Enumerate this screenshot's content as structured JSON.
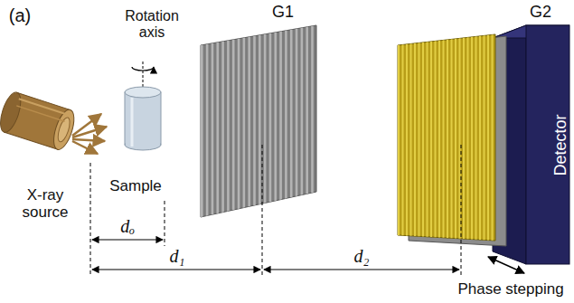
{
  "diagram": {
    "nodes": [
      {
        "text": [
          "Detector"
        ]
      }
    ],
    "labels": [
      "(a)",
      "Rotation axis",
      "X-ray source",
      "Sample",
      "G1",
      "G2",
      "dₒ",
      "d₁",
      "d₂",
      "Phase stepping"
    ]
  }
}
